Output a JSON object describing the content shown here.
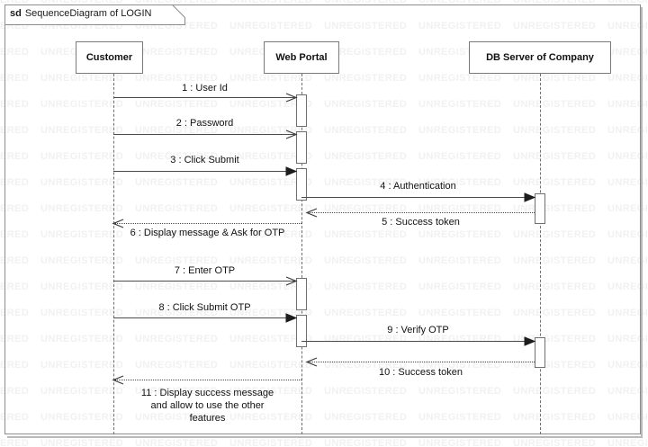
{
  "frame": {
    "keyword": "sd",
    "title": "SequenceDiagram of LOGIN"
  },
  "lifelines": [
    {
      "id": "customer",
      "label": "Customer"
    },
    {
      "id": "web-portal",
      "label": "Web Portal"
    },
    {
      "id": "db-server",
      "label": "DB Server of Company"
    }
  ],
  "messages": [
    {
      "seq": "1",
      "label": "1 : User Id",
      "from": "customer",
      "to": "web-portal",
      "kind": "call",
      "arrow": "open"
    },
    {
      "seq": "2",
      "label": "2 : Password",
      "from": "customer",
      "to": "web-portal",
      "kind": "call",
      "arrow": "open"
    },
    {
      "seq": "3",
      "label": "3 : Click Submit",
      "from": "customer",
      "to": "web-portal",
      "kind": "call",
      "arrow": "filled"
    },
    {
      "seq": "4",
      "label": "4 : Authentication",
      "from": "web-portal",
      "to": "db-server",
      "kind": "call",
      "arrow": "filled"
    },
    {
      "seq": "5",
      "label": "5 : Success token",
      "from": "db-server",
      "to": "web-portal",
      "kind": "return",
      "arrow": "open"
    },
    {
      "seq": "6",
      "label": "6 : Display message & Ask for OTP",
      "from": "web-portal",
      "to": "customer",
      "kind": "return",
      "arrow": "open"
    },
    {
      "seq": "7",
      "label": "7 : Enter OTP",
      "from": "customer",
      "to": "web-portal",
      "kind": "call",
      "arrow": "open"
    },
    {
      "seq": "8",
      "label": "8 : Click Submit OTP",
      "from": "customer",
      "to": "web-portal",
      "kind": "call",
      "arrow": "filled"
    },
    {
      "seq": "9",
      "label": "9 : Verify OTP",
      "from": "web-portal",
      "to": "db-server",
      "kind": "call",
      "arrow": "filled"
    },
    {
      "seq": "10",
      "label": "10 : Success token",
      "from": "db-server",
      "to": "web-portal",
      "kind": "return",
      "arrow": "open"
    },
    {
      "seq": "11",
      "label": "11 : Display success message and allow to use the other features",
      "from": "web-portal",
      "to": "customer",
      "kind": "return",
      "arrow": "open"
    }
  ],
  "watermark": {
    "text": "UNREGISTERED"
  }
}
